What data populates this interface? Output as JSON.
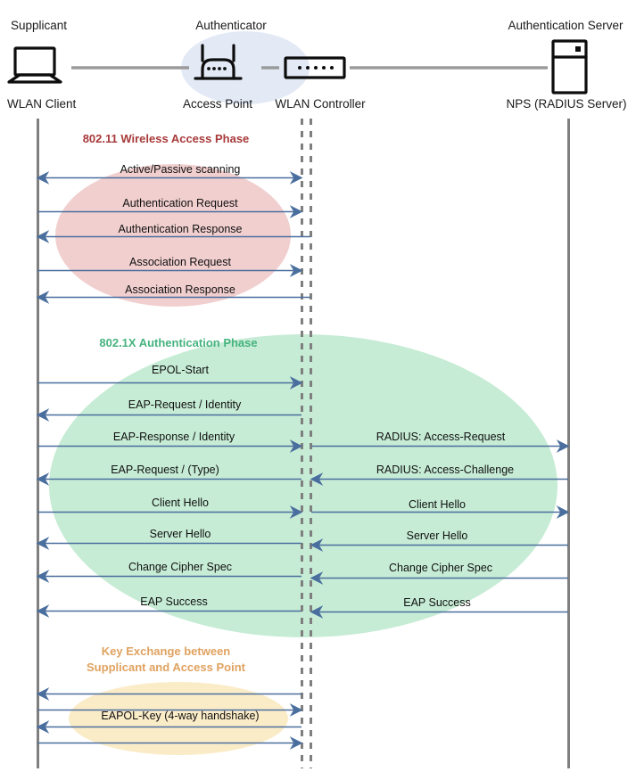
{
  "diagram": {
    "title_hidden": "",
    "colors": {
      "arrow": "#4a6f9e",
      "lifeline": "#7f7f7f",
      "phase1_label": "#a83a3a",
      "phase2_label": "#46b37e",
      "phase3_label": "#e0a260",
      "phase1_fill": "#f2cfcf",
      "phase2_fill": "#c6ecd5",
      "phase3_fill": "#fbecc8",
      "authenticator_fill": "#e3eaf6"
    }
  },
  "actors": [
    {
      "role": "Supplicant",
      "device": "WLAN Client",
      "icon": "laptop-icon"
    },
    {
      "role": "Authenticator",
      "device": "Access Point",
      "icon": "access-point-icon"
    },
    {
      "role": "",
      "device": "WLAN Controller",
      "icon": "wlan-controller-icon"
    },
    {
      "role": "Authentication Server",
      "device": "NPS (RADIUS Server)",
      "icon": "server-icon"
    }
  ],
  "phases": [
    {
      "id": "wireless-access",
      "label": "802.11 Wireless Access Phase",
      "label_color": "#a83a3a",
      "messages": [
        {
          "text": "Active/Passive scanning",
          "direction": "both",
          "segment": "left"
        },
        {
          "text": "Authentication Request",
          "direction": "right",
          "segment": "left"
        },
        {
          "text": "Authentication Response",
          "direction": "left",
          "segment": "left"
        },
        {
          "text": "Association Request",
          "direction": "right",
          "segment": "left"
        },
        {
          "text": "Association Response",
          "direction": "left",
          "segment": "left"
        }
      ]
    },
    {
      "id": "dot1x-authentication",
      "label": "802.1X Authentication Phase",
      "label_color": "#46b37e",
      "messages": [
        {
          "text": "EPOL-Start",
          "direction": "right",
          "segment": "left"
        },
        {
          "text": "EAP-Request / Identity",
          "direction": "left",
          "segment": "left"
        },
        {
          "text": "EAP-Response / Identity",
          "direction": "right",
          "segment": "left"
        },
        {
          "text": "EAP-Request / (Type)",
          "direction": "left",
          "segment": "left"
        },
        {
          "text": "Client Hello",
          "direction": "right",
          "segment": "left"
        },
        {
          "text": "Server Hello",
          "direction": "left",
          "segment": "left"
        },
        {
          "text": "Change Cipher Spec",
          "direction": "left",
          "segment": "left"
        },
        {
          "text": "EAP Success",
          "direction": "left",
          "segment": "left"
        },
        {
          "text": "RADIUS: Access-Request",
          "direction": "right",
          "segment": "right"
        },
        {
          "text": "RADIUS: Access-Challenge",
          "direction": "left",
          "segment": "right"
        },
        {
          "text": "Client Hello",
          "direction": "right",
          "segment": "right"
        },
        {
          "text": "Server Hello",
          "direction": "left",
          "segment": "right"
        },
        {
          "text": "Change Cipher Spec",
          "direction": "left",
          "segment": "right"
        },
        {
          "text": "EAP Success",
          "direction": "left",
          "segment": "right"
        }
      ]
    },
    {
      "id": "key-exchange",
      "label_line1": "Key Exchange between",
      "label_line2": "Supplicant and Access Point",
      "label_color": "#e0a260",
      "messages": [
        {
          "text": "",
          "direction": "left",
          "segment": "left"
        },
        {
          "text": "",
          "direction": "right",
          "segment": "left"
        },
        {
          "text": "EAPOL-Key (4-way handshake)",
          "direction": "left",
          "segment": "left"
        },
        {
          "text": "",
          "direction": "right",
          "segment": "left"
        }
      ]
    }
  ]
}
